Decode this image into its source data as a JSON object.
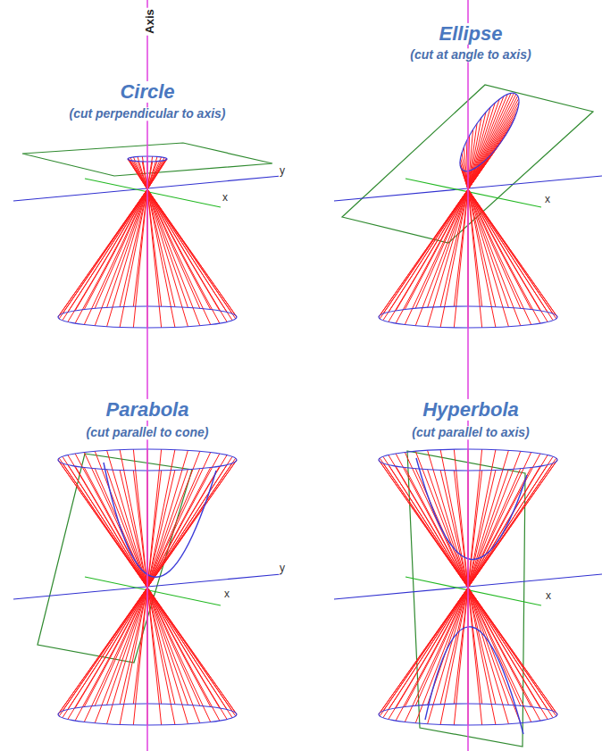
{
  "diagram": {
    "labels": [
      "Axis",
      "Circle",
      "(cut perpendicular to axis)",
      "Ellipse",
      "(cut at angle to axis)",
      "y",
      "x",
      "x",
      "Parabola",
      "(cut parallel to cone)",
      "Hyperbola",
      "(cut parallel to axis)",
      "y",
      "x",
      "x"
    ]
  }
}
